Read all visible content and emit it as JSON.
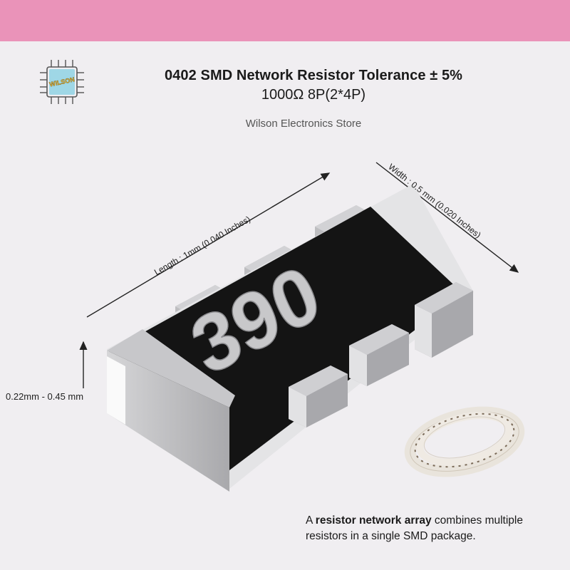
{
  "header": {
    "title": "0402 SMD Network Resistor Tolerance ± 5%",
    "subtitle": "1000Ω  8P(2*4P)",
    "store": "Wilson Electronics Store",
    "logo_text": "WILSON"
  },
  "dimensions": {
    "length": "Length :  1mm (0.040 Inches)",
    "width": "Width :  0.5 mm (0.020 Inches)",
    "height": "0.22mm - 0.45 mm"
  },
  "component": {
    "marking": "390",
    "body_color": "#141414",
    "terminal_color": "#c9c9cb"
  },
  "caption": {
    "prefix": "A ",
    "bold": "resistor network array",
    "suffix": " combines multiple resistors in a single SMD package."
  },
  "colors": {
    "band": "#ea93b9",
    "background": "#f0eef1"
  }
}
